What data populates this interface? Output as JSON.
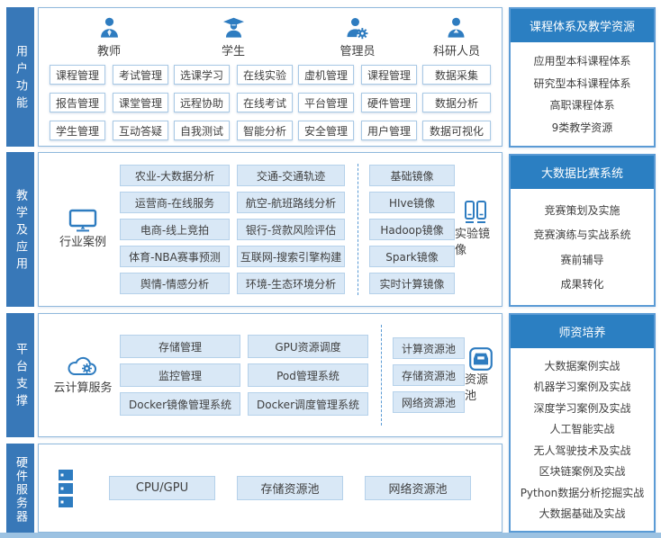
{
  "colors": {
    "sidebar_blue": "#3878b8",
    "header_blue": "#2b7fc2",
    "icon_blue": "#2e7cc0",
    "button_fill": "#d9e8f6",
    "button_border": "#b5d1ea",
    "panel_border": "#5b9bd5",
    "bottom_strip": "#9cc2e2",
    "text": "#3f3f3f"
  },
  "sections": [
    {
      "label": "用户功能",
      "groups": [
        {
          "name": "教师",
          "icon": "teacher-icon",
          "buttons": [
            "课程管理",
            "考试管理",
            "报告管理",
            "课堂管理",
            "学生管理",
            "互动答疑"
          ]
        },
        {
          "name": "学生",
          "icon": "student-icon",
          "buttons": [
            "选课学习",
            "在线实验",
            "远程协助",
            "在线考试",
            "自我测试",
            "智能分析"
          ]
        },
        {
          "name": "管理员",
          "icon": "admin-icon",
          "buttons": [
            "虚机管理",
            "课程管理",
            "平台管理",
            "硬件管理",
            "安全管理",
            "用户管理"
          ]
        },
        {
          "name": "科研人员",
          "icon": "researcher-icon",
          "buttons": [
            "数据采集",
            "数据分析",
            "数据可视化"
          ]
        }
      ]
    },
    {
      "label": "教学及应用",
      "category": "行业案例",
      "category_icon": "monitor-icon",
      "cases_left": [
        "农业-大数据分析",
        "运营商-在线服务",
        "电商-线上竞拍",
        "体育-NBA赛事预测",
        "舆情-情感分析"
      ],
      "cases_right": [
        "交通-交通轨迹",
        "航空-航班路线分析",
        "银行-贷款风险评估",
        "互联网-搜索引擎构建",
        "环境-生态环境分析"
      ],
      "images": [
        "基础镜像",
        "HIve镜像",
        "Hadoop镜像",
        "Spark镜像",
        "实时计算镜像"
      ],
      "images_label": "实验镜像",
      "images_icon": "experiment-images-icon"
    },
    {
      "label": "平台支撑",
      "category": "云计算服务",
      "category_icon": "cloud-gear-icon",
      "services_left": [
        "存储管理",
        "监控管理",
        "Docker镜像管理系统"
      ],
      "services_right": [
        "GPU资源调度",
        "Pod管理系统",
        "Docker调度管理系统"
      ],
      "pools": [
        "计算资源池",
        "存储资源池",
        "网络资源池"
      ],
      "pools_label": "资源池",
      "pools_icon": "resource-pool-icon"
    },
    {
      "label": "硬件服务器",
      "icon": "server-icon",
      "buttons": [
        "CPU/GPU",
        "存储资源池",
        "网络资源池"
      ]
    }
  ],
  "panels": [
    {
      "title": "课程体系及教学资源",
      "items": [
        "应用型本科课程体系",
        "研究型本科课程体系",
        "高职课程体系",
        "9类教学资源"
      ]
    },
    {
      "title": "大数据比赛系统",
      "items": [
        "竞赛策划及实施",
        "竞赛演练与实战系统",
        "赛前辅导",
        "成果转化"
      ]
    },
    {
      "title": "师资培养",
      "items": [
        "大数据案例实战",
        "机器学习案例及实战",
        "深度学习案例及实战",
        "人工智能实战",
        "无人驾驶技术及实战",
        "区块链案例及实战",
        "Python数据分析挖掘实战",
        "大数据基础及实战"
      ]
    }
  ]
}
